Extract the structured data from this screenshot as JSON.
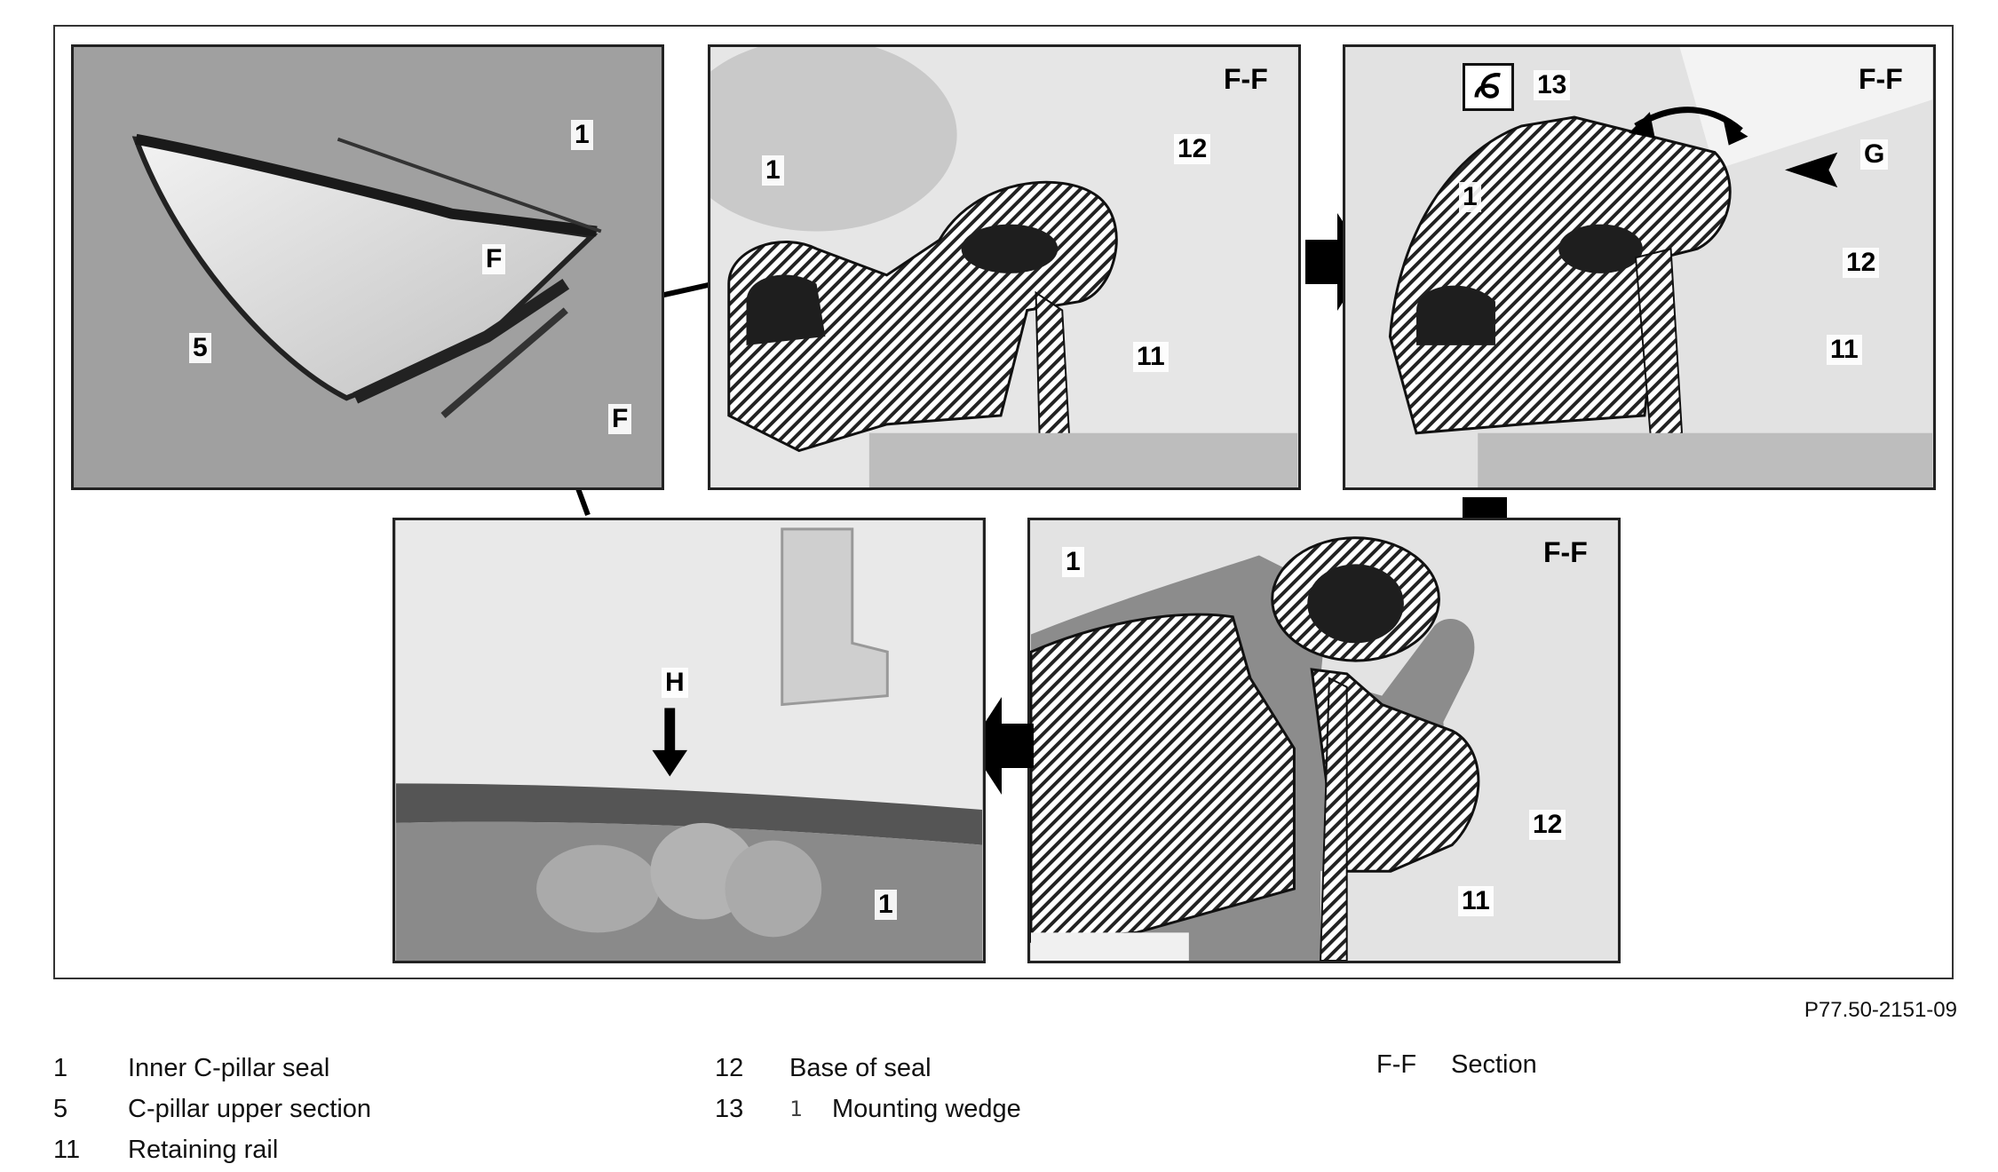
{
  "panel_1": {
    "labels": {
      "seal": "1",
      "upper_section": "5",
      "section_mark_top": "F",
      "section_mark_bottom": "F"
    }
  },
  "panel_2": {
    "section": "F-F",
    "labels": {
      "seal": "1",
      "base": "12",
      "rail": "11"
    }
  },
  "panel_3": {
    "section": "F-F",
    "labels": {
      "wedge": "13",
      "arrow_g": "G",
      "seal": "1",
      "base": "12",
      "rail": "11"
    },
    "tool_icon": "special-tool-icon"
  },
  "panel_4": {
    "section": "F-F",
    "labels": {
      "seal": "1",
      "base": "12",
      "rail": "11"
    }
  },
  "panel_5": {
    "labels": {
      "arrow_h": "H",
      "seal": "1"
    }
  },
  "figure_ref": "P77.50-2151-09",
  "legend": {
    "col1": [
      {
        "key": "1",
        "text": "Inner C-pillar seal"
      },
      {
        "key": "5",
        "text": "C-pillar upper section"
      },
      {
        "key": "11",
        "text": "Retaining rail"
      }
    ],
    "col2": [
      {
        "key": "12",
        "text": "Base of seal"
      },
      {
        "key": "13",
        "marker": "1",
        "text": "Mounting wedge"
      }
    ],
    "col3": [
      {
        "key": "F-F",
        "text": "Section"
      }
    ]
  }
}
